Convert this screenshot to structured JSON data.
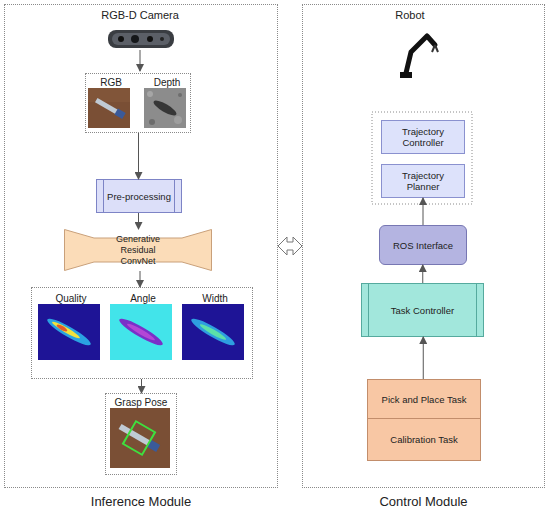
{
  "diagram": {
    "nodes": [
      {
        "text": [
          "Inference Module"
        ]
      },
      {
        "text": [
          "RGB",
          "Depth"
        ],
        "in": 0
      },
      {
        "text": [
          "Pre-processing"
        ],
        "in": 0
      },
      {
        "text": [
          "Generative Residual ConvNet"
        ],
        "in": 0
      },
      {
        "text": [
          "Quality",
          "Angle",
          "Width"
        ],
        "in": 0
      },
      {
        "text": [
          "Grasp Pose"
        ],
        "in": 0
      },
      {
        "text": [
          "Control Module"
        ]
      },
      {
        "text": [
          "Trajectory Controller"
        ],
        "in": 6
      },
      {
        "text": [
          "Trajectory Planner"
        ],
        "in": 6
      },
      {
        "text": [
          "ROS Interface"
        ],
        "in": 6
      },
      {
        "text": [
          "Task Controller"
        ],
        "in": 6
      },
      {
        "text": [
          "Pick and Place Task"
        ],
        "in": 6
      },
      {
        "text": [
          "Calibration Task"
        ],
        "in": 6
      }
    ],
    "edges": [
      {
        "from": 1,
        "to": 2,
        "arrow": "to"
      },
      {
        "from": 2,
        "to": 3,
        "arrow": "to"
      },
      {
        "from": 3,
        "to": 4,
        "arrow": "to"
      },
      {
        "from": 4,
        "to": 5,
        "arrow": "to"
      },
      {
        "from": 0,
        "to": 6,
        "arrow": "both"
      },
      {
        "from": 11,
        "to": 10,
        "arrow": "to"
      },
      {
        "from": 10,
        "to": 9,
        "arrow": "to"
      },
      {
        "from": 9,
        "to": 8,
        "arrow": "to"
      }
    ],
    "labels": [
      "RGB-D Camera",
      "Robot"
    ]
  }
}
